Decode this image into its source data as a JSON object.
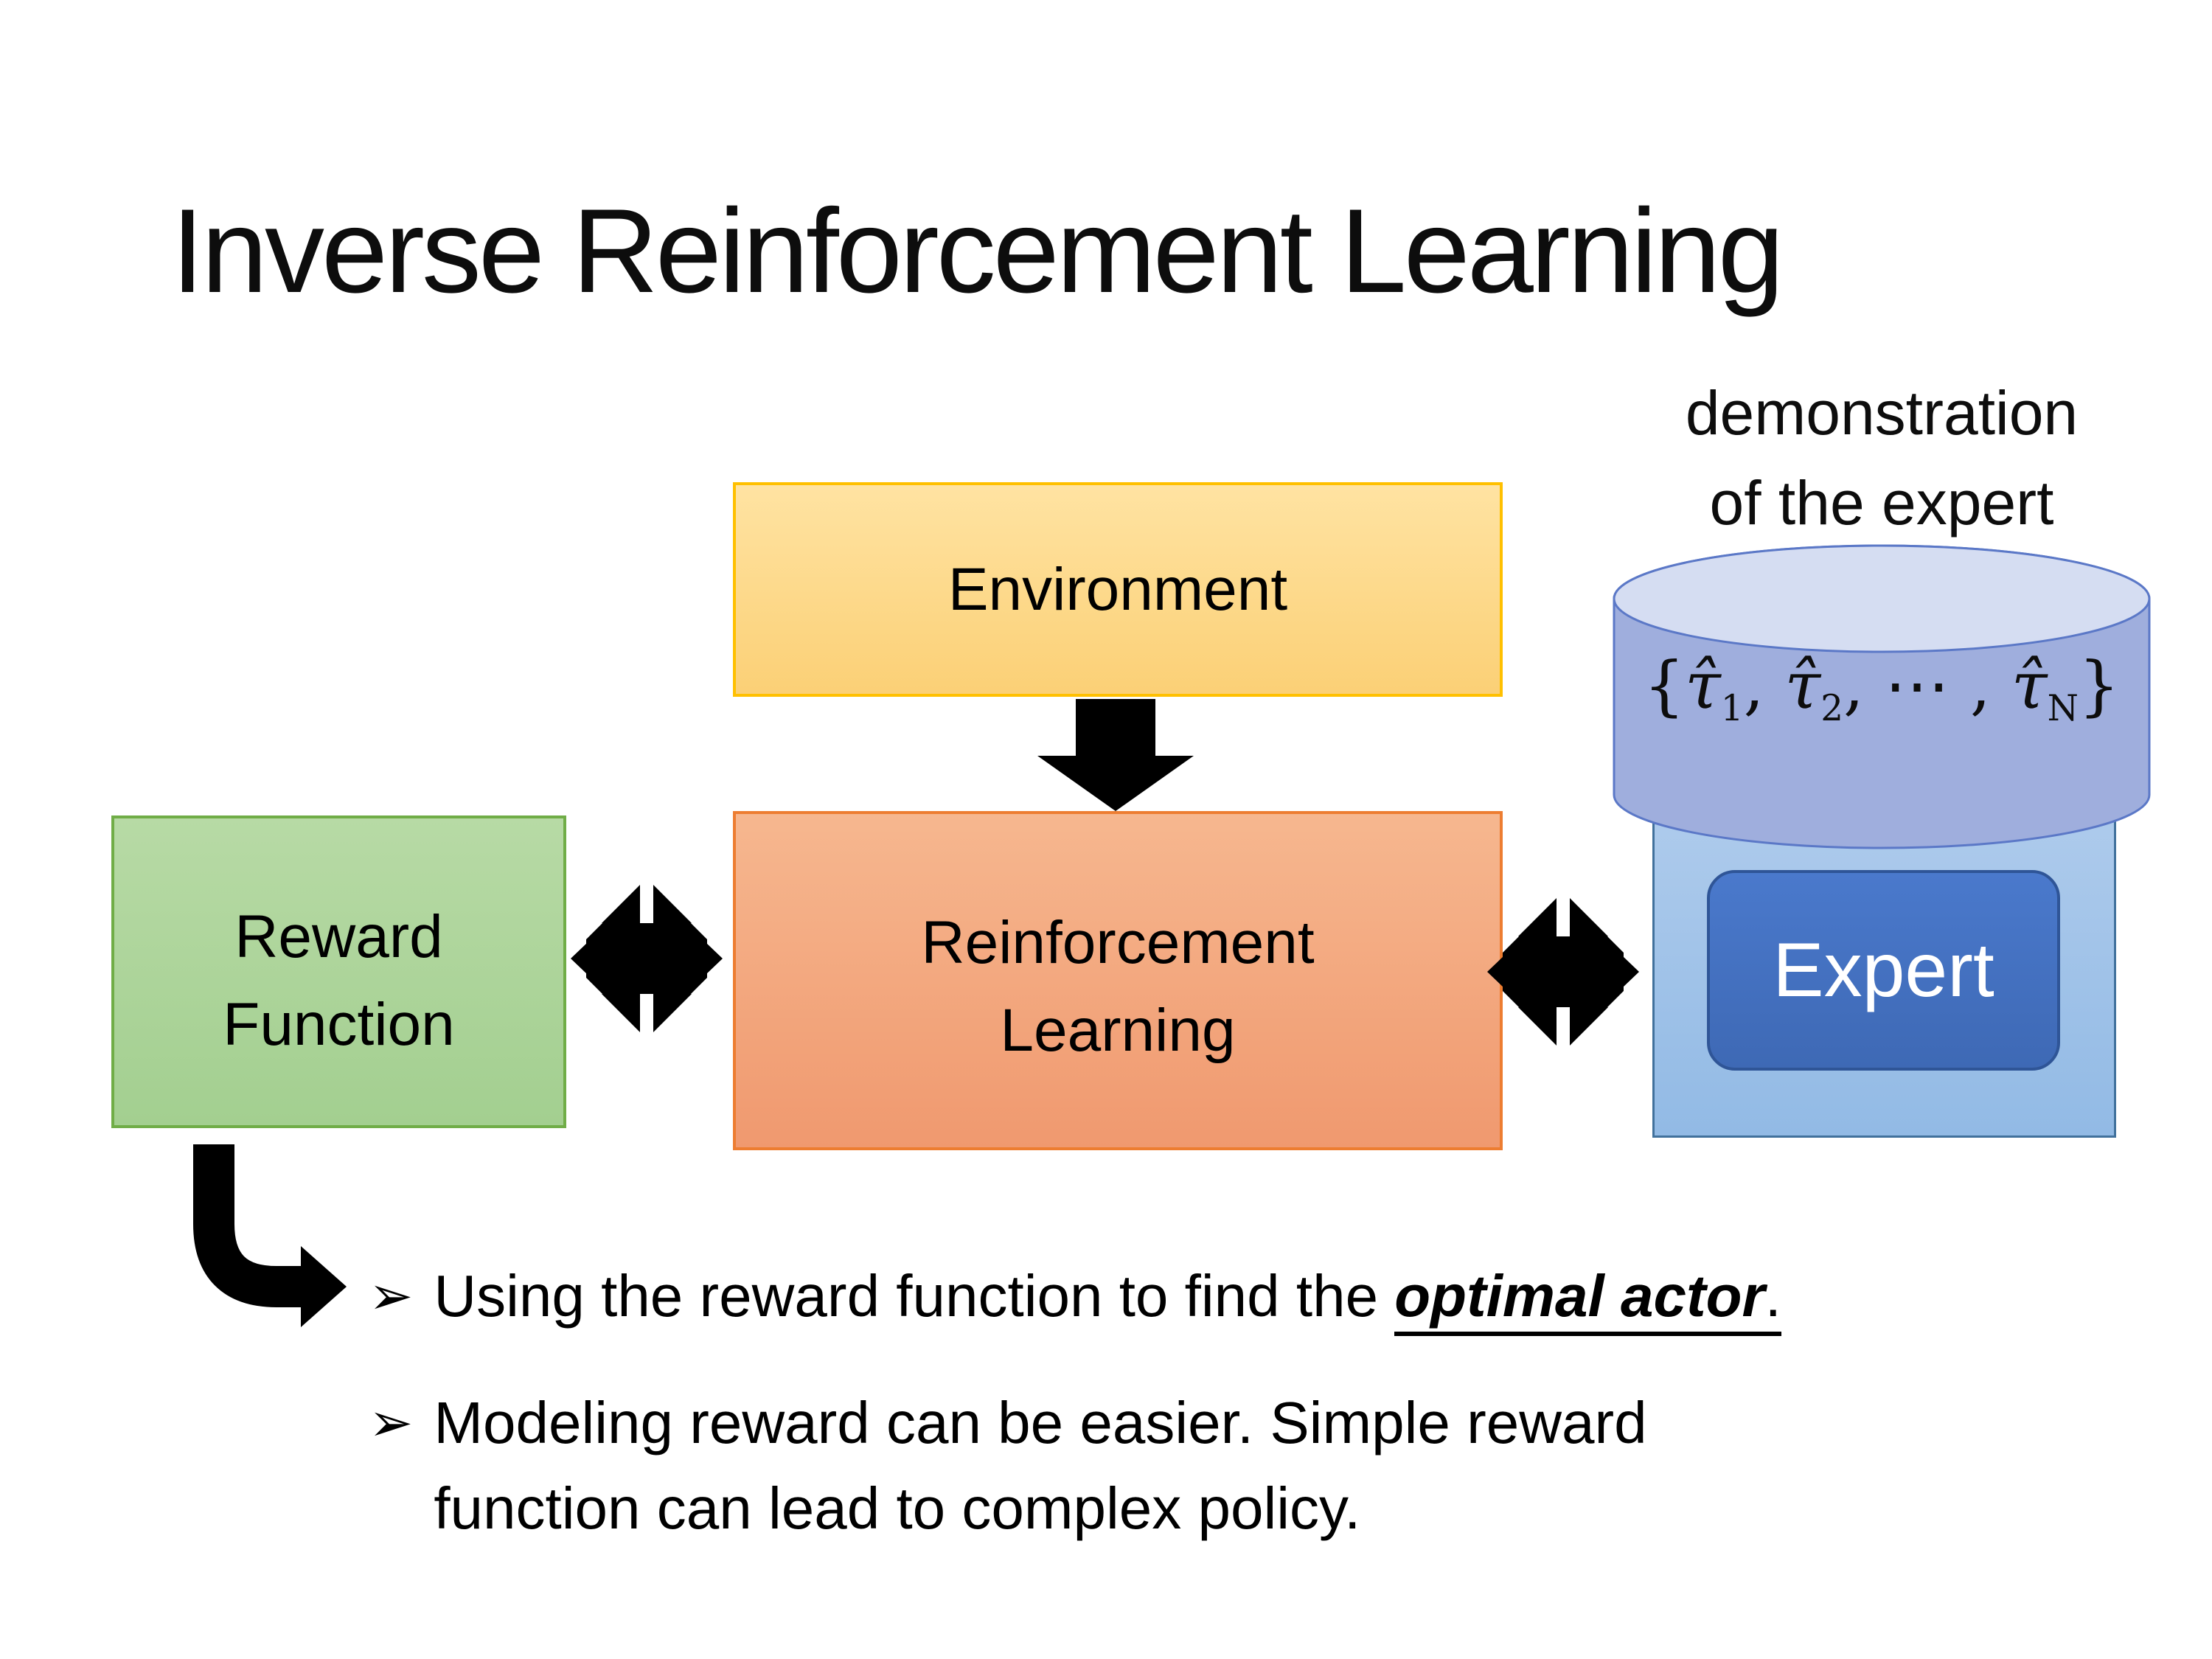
{
  "slide": {
    "title": "Inverse Reinforcement Learning",
    "demo_label": {
      "line1": "demonstration",
      "line2": "of the expert"
    },
    "boxes": {
      "environment": "Environment",
      "reward_line1": "Reward",
      "reward_line2": "Function",
      "rl_line1": "Reinforcement",
      "rl_line2": "Learning",
      "expert": "Expert"
    },
    "formula": {
      "brace_open": "{",
      "tau_hat": "τ̂",
      "sub_1": "1",
      "sep_1": ", ",
      "sub_2": "2",
      "sep_2": ", ",
      "cdots": "⋯",
      "sep_3": " , ",
      "sub_n": "N",
      "brace_close": "}"
    },
    "bullets": {
      "glyph": "➢",
      "b1_pre": "Using the reward function to find the ",
      "b1_emphasis": "optimal actor",
      "b1_post": ".",
      "b2": "Modeling reward can be easier. Simple reward function can lead to complex policy."
    }
  },
  "colors": {
    "yellow_border": "#FFC000",
    "yellow_top": "#FFE3A2",
    "yellow_bottom": "#FBD076",
    "green_border": "#70AD47",
    "green_top": "#B7DAA5",
    "green_bottom": "#A3CF90",
    "orange_border": "#ED7D31",
    "orange_top": "#F6B78F",
    "orange_bottom": "#F0996F",
    "cyl_stroke": "#5B78C7",
    "cyl_body": "#9FAEDD",
    "cyl_ellipse": "#D5DDF2",
    "lightblue_border": "#41719C",
    "lightblue_top": "#AECBEC",
    "lightblue_bottom": "#92BAE5",
    "expert_fill_top": "#4A79CC",
    "expert_fill_bottom": "#3E69B5",
    "expert_border": "#2F5597",
    "expert_text": "#FFFFFF",
    "arrow_black": "#000000"
  }
}
